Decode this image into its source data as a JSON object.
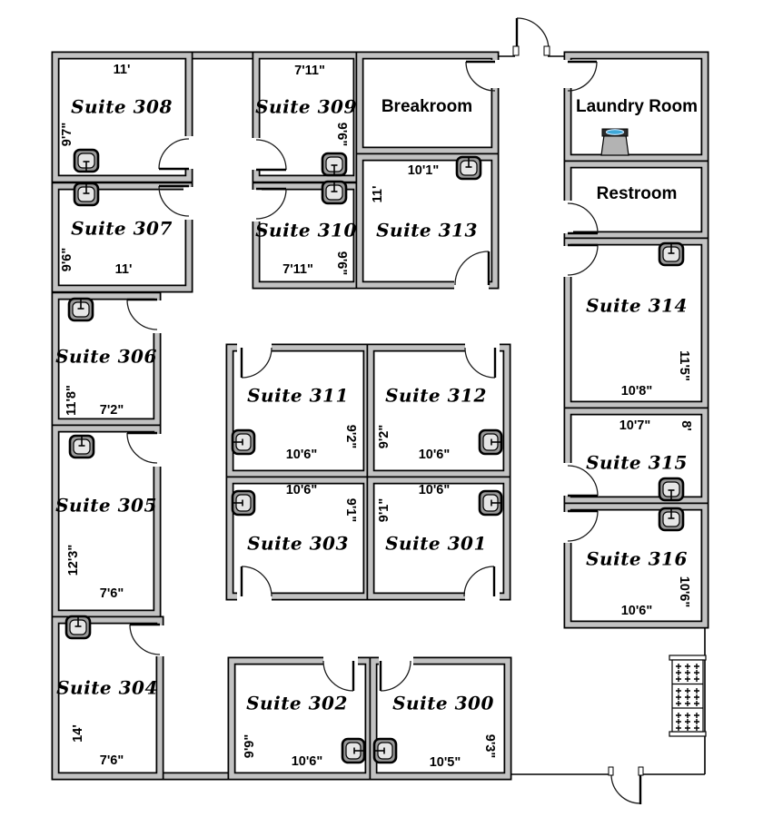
{
  "colors": {
    "wall_fill": "#c2c2c2",
    "wall_edge": "#000000",
    "background": "#ffffff",
    "washer_lid_accent": "#3fa8d8",
    "text": "#000000"
  },
  "fixture_icons": [
    "sink-icon",
    "washing-machine-icon",
    "vent-grille-icon",
    "door-arc"
  ],
  "rooms": {
    "suite308": {
      "label": "Suite 308",
      "width_label": "11'",
      "height_label": "9'7\""
    },
    "suite307": {
      "label": "Suite 307",
      "width_label": "11'",
      "height_label": "9'6\""
    },
    "suite306": {
      "label": "Suite 306",
      "width_label": "7'2\"",
      "height_label": "11'8\""
    },
    "suite305": {
      "label": "Suite 305",
      "width_label": "7'6\"",
      "height_label": "12'3\""
    },
    "suite304": {
      "label": "Suite 304",
      "width_label": "7'6\"",
      "height_label": "14'"
    },
    "suite309": {
      "label": "Suite 309",
      "width_label": "7'11\"",
      "height_label": "9'6\""
    },
    "suite310": {
      "label": "Suite 310",
      "width_label": "7'11\"",
      "height_label": "9'6\""
    },
    "breakroom": {
      "label": "Breakroom"
    },
    "suite313": {
      "label": "Suite 313",
      "width_label": "10'1\"",
      "height_label": "11'"
    },
    "laundry": {
      "label": "Laundry Room"
    },
    "restroom": {
      "label": "Restroom"
    },
    "suite314": {
      "label": "Suite 314",
      "width_label": "10'8\"",
      "height_label": "11'5\""
    },
    "suite315": {
      "label": "Suite 315",
      "width_label": "10'7\"",
      "height_label": "8'"
    },
    "suite316": {
      "label": "Suite 316",
      "width_label": "10'6\"",
      "height_label": "10'6\""
    },
    "suite311": {
      "label": "Suite 311",
      "width_label": "10'6\"",
      "height_label": "9'2\""
    },
    "suite312": {
      "label": "Suite 312",
      "width_label": "10'6\"",
      "height_label": "9'2\""
    },
    "suite303": {
      "label": "Suite 303",
      "width_label": "10'6\"",
      "height_label": "9'1\""
    },
    "suite301": {
      "label": "Suite 301",
      "width_label": "10'6\"",
      "height_label": "9'1\""
    },
    "suite302": {
      "label": "Suite 302",
      "width_label": "10'6\"",
      "height_label": "9'9\""
    },
    "suite300": {
      "label": "Suite 300",
      "width_label": "10'5\"",
      "height_label": "9'3\""
    }
  }
}
